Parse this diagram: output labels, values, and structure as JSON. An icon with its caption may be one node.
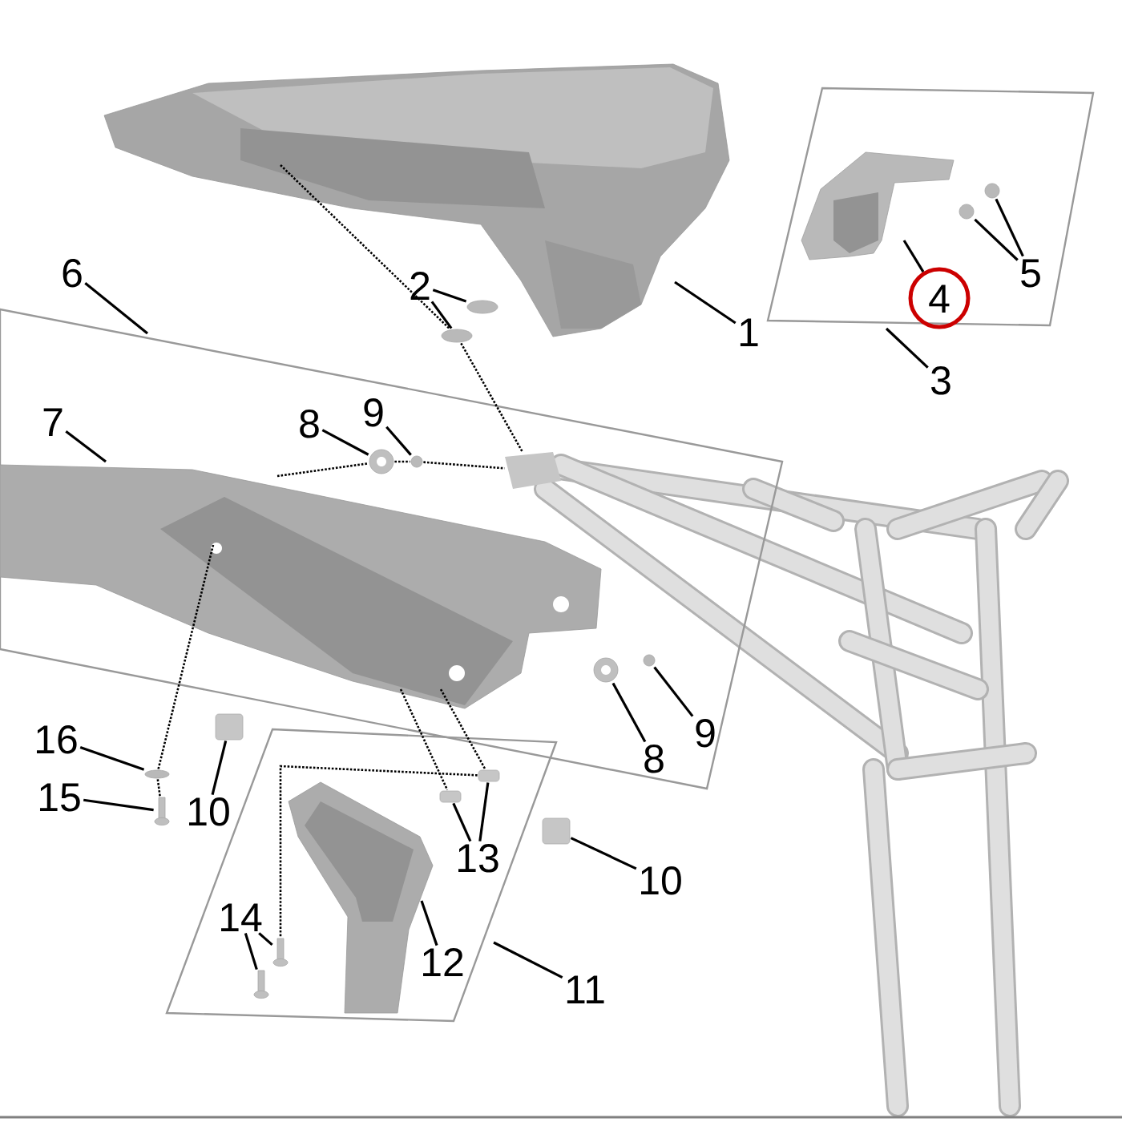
{
  "diagram": {
    "nodes": [
      {
        "text": [],
        "shape": "picture"
      },
      {
        "text": [
          "1"
        ]
      },
      {
        "text": [
          "2"
        ]
      },
      {
        "text": [],
        "shape": "circle"
      },
      {
        "text": [],
        "shape": "circle"
      },
      {
        "text": [],
        "shape": "box"
      },
      {
        "text": [],
        "shape": "picture",
        "in": 5
      },
      {
        "text": [],
        "shape": "circle",
        "in": 5
      },
      {
        "text": [],
        "shape": "circle",
        "in": 5
      },
      {
        "text": [
          "4"
        ],
        "in": 5
      },
      {
        "text": [
          "5"
        ],
        "in": 5
      },
      {
        "text": [
          "3"
        ]
      },
      {
        "text": [
          "6"
        ]
      },
      {
        "text": [],
        "shape": "box"
      },
      {
        "text": [
          "7"
        ],
        "in": 13
      },
      {
        "text": [
          "8"
        ],
        "in": 13
      },
      {
        "text": [
          "9"
        ],
        "in": 13
      },
      {
        "text": [],
        "shape": "picture",
        "in": 13
      },
      {
        "text": [],
        "shape": "circle",
        "in": 13
      },
      {
        "text": [],
        "shape": "picture",
        "in": 13
      },
      {
        "text": [],
        "shape": "picture",
        "in": 13
      },
      {
        "text": [],
        "shape": "picture",
        "in": 13
      },
      {
        "text": [],
        "shape": "circle",
        "in": 13
      },
      {
        "text": [
          "8"
        ],
        "in": 13
      },
      {
        "text": [
          "9"
        ],
        "in": 13
      },
      {
        "text": [
          "16"
        ]
      },
      {
        "text": [],
        "shape": "circle"
      },
      {
        "text": [],
        "shape": "box"
      },
      {
        "text": [
          "15"
        ]
      },
      {
        "text": [],
        "shape": "picture"
      },
      {
        "text": [
          "10"
        ]
      },
      {
        "text": [],
        "shape": "box"
      },
      {
        "text": [],
        "shape": "box",
        "in": 31
      },
      {
        "text": [],
        "shape": "box",
        "in": 31
      },
      {
        "text": [],
        "shape": "picture",
        "in": 31
      },
      {
        "text": [],
        "shape": "box"
      },
      {
        "text": [
          "13"
        ],
        "in": 31
      },
      {
        "text": [
          "10"
        ]
      },
      {
        "text": [
          "14"
        ],
        "in": 31
      },
      {
        "text": [],
        "shape": "picture",
        "in": 31
      },
      {
        "text": [],
        "shape": "picture",
        "in": 31
      },
      {
        "text": [
          "12"
        ],
        "in": 31
      },
      {
        "text": [
          "11"
        ]
      }
    ],
    "edges": [
      {
        "from": 1,
        "to": 0,
        "arrow": "none"
      },
      {
        "from": 2,
        "to": 3,
        "arrow": "none"
      },
      {
        "from": 2,
        "to": 4,
        "arrow": "none"
      },
      {
        "from": 9,
        "to": 6,
        "arrow": "none"
      },
      {
        "from": 10,
        "to": 7,
        "arrow": "none"
      },
      {
        "from": 10,
        "to": 8,
        "arrow": "none"
      },
      {
        "from": 11,
        "to": 5,
        "arrow": "none"
      },
      {
        "from": 12,
        "to": 13,
        "arrow": "none"
      },
      {
        "from": 14,
        "to": 20,
        "arrow": "none"
      },
      {
        "from": 15,
        "to": 17,
        "arrow": "none"
      },
      {
        "from": 16,
        "to": 18,
        "arrow": "none"
      },
      {
        "from": 23,
        "to": 21,
        "arrow": "none"
      },
      {
        "from": 24,
        "to": 22,
        "arrow": "none"
      },
      {
        "from": 25,
        "to": 26,
        "arrow": "none"
      },
      {
        "from": 28,
        "to": 29,
        "arrow": "none"
      },
      {
        "from": 30,
        "to": 27,
        "arrow": "none"
      },
      {
        "from": 36,
        "to": 33,
        "arrow": "none"
      },
      {
        "from": 36,
        "to": 32,
        "arrow": "none"
      },
      {
        "from": 37,
        "to": 35,
        "arrow": "none"
      },
      {
        "from": 38,
        "to": 39,
        "arrow": "none"
      },
      {
        "from": 38,
        "to": 40,
        "arrow": "none"
      },
      {
        "from": 41,
        "to": 34,
        "arrow": "none"
      },
      {
        "from": 42,
        "to": 31,
        "arrow": "none"
      },
      {
        "from": 0,
        "to": 4,
        "arrow": "none",
        "style": "dashed"
      },
      {
        "from": 4,
        "to": 19,
        "arrow": "none",
        "style": "dashed"
      },
      {
        "from": 20,
        "to": 17,
        "arrow": "none",
        "style": "dashed"
      },
      {
        "from": 17,
        "to": 18,
        "arrow": "none",
        "style": "dashed"
      },
      {
        "from": 18,
        "to": 19,
        "arrow": "none",
        "style": "dashed"
      },
      {
        "from": 20,
        "to": 26,
        "arrow": "none",
        "style": "dashed"
      },
      {
        "from": 26,
        "to": 29,
        "arrow": "none",
        "style": "dashed"
      },
      {
        "from": 20,
        "to": 33,
        "arrow": "none",
        "style": "dashed"
      },
      {
        "from": 20,
        "to": 32,
        "arrow": "none",
        "style": "dashed"
      },
      {
        "from": 32,
        "to": 39,
        "arrow": "none",
        "style": "dashed"
      }
    ]
  }
}
